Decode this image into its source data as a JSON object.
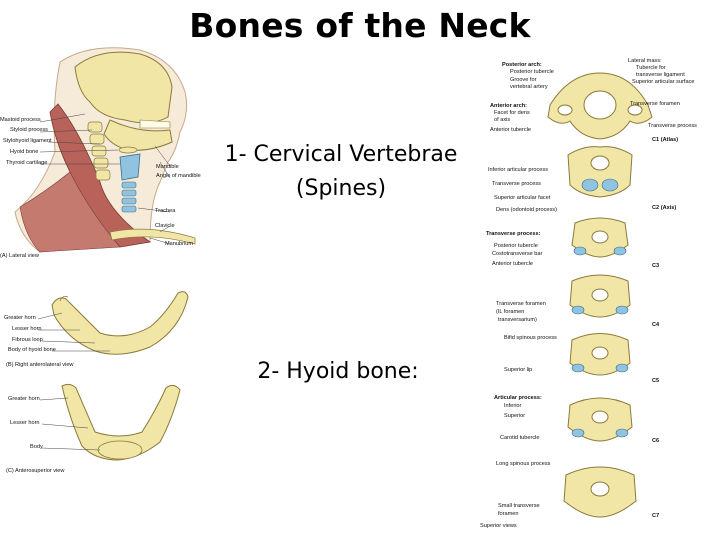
{
  "slide": {
    "title": "Bones of the Neck",
    "point1_line1": "1- Cervical Vertebrae",
    "point1_line2": "(Spines)",
    "point2": "2- Hyoid bone:"
  },
  "lateral_view": {
    "labels": [
      "Mastoid process",
      "Styloid process",
      "Stylohyoid ligament",
      "Hyoid bone",
      "Thyroid cartilage",
      "Mandible",
      "Angle of mandible",
      "Trachea",
      "Clavicle",
      "Manubrium"
    ],
    "caption": "(A) Lateral view"
  },
  "hyoid_anterolateral": {
    "labels": [
      "Greater horn",
      "Lesser horn",
      "Fibrous loop",
      "Body of hyoid bone"
    ],
    "caption": "(B) Right anterolateral view"
  },
  "hyoid_anterosuperior": {
    "labels": [
      "Greater horn",
      "Lesser horn",
      "Body"
    ],
    "caption": "(C) Anterosuperior view"
  },
  "vertebrae": {
    "left_labels": [
      {
        "text": "Posterior arch:",
        "bold": true
      },
      {
        "text": "Posterior tubercle"
      },
      {
        "text": "Groove for"
      },
      {
        "text": "vertebral artery"
      },
      {
        "text": "Anterior arch:",
        "bold": true
      },
      {
        "text": "Facet for dens"
      },
      {
        "text": "of axis"
      },
      {
        "text": "Anterior tubercle"
      },
      {
        "text": "Inferior articular process"
      },
      {
        "text": "Transverse process"
      },
      {
        "text": "Superior articular facet"
      },
      {
        "text": "Dens (odontoid process)"
      },
      {
        "text": "Transverse process:",
        "bold": true
      },
      {
        "text": "Posterior tubercle"
      },
      {
        "text": "Costotransverse bar"
      },
      {
        "text": "Anterior tubercle"
      },
      {
        "text": "Transverse foramen"
      },
      {
        "text": "(IL foramen"
      },
      {
        "text": "transversarium)"
      },
      {
        "text": "Bifid spinous process"
      },
      {
        "text": "Superior lip"
      },
      {
        "text": "Articular process:",
        "bold": true
      },
      {
        "text": "Inferior"
      },
      {
        "text": "Superior"
      },
      {
        "text": "Carotid tubercle"
      },
      {
        "text": "Long spinous process"
      },
      {
        "text": "Small transverse"
      },
      {
        "text": "foramen"
      },
      {
        "text": "Superior views"
      }
    ],
    "right_labels": [
      {
        "text": "Lateral mass:"
      },
      {
        "text": "Tubercle for"
      },
      {
        "text": "transverse ligament"
      },
      {
        "text": "Superior articular surface"
      },
      {
        "text": "Transverse foramen"
      },
      {
        "text": "Transverse process"
      }
    ],
    "levels": [
      "C1 (Atlas)",
      "C2 (Axis)",
      "C3",
      "C4",
      "C5",
      "C6",
      "C7"
    ]
  },
  "colors": {
    "bone": "#f1e6a6",
    "bone_edge": "#8a7a3a",
    "muscle": "#b8625a",
    "cartilage": "#8fc3e0",
    "skin": "#e8c9a8"
  }
}
